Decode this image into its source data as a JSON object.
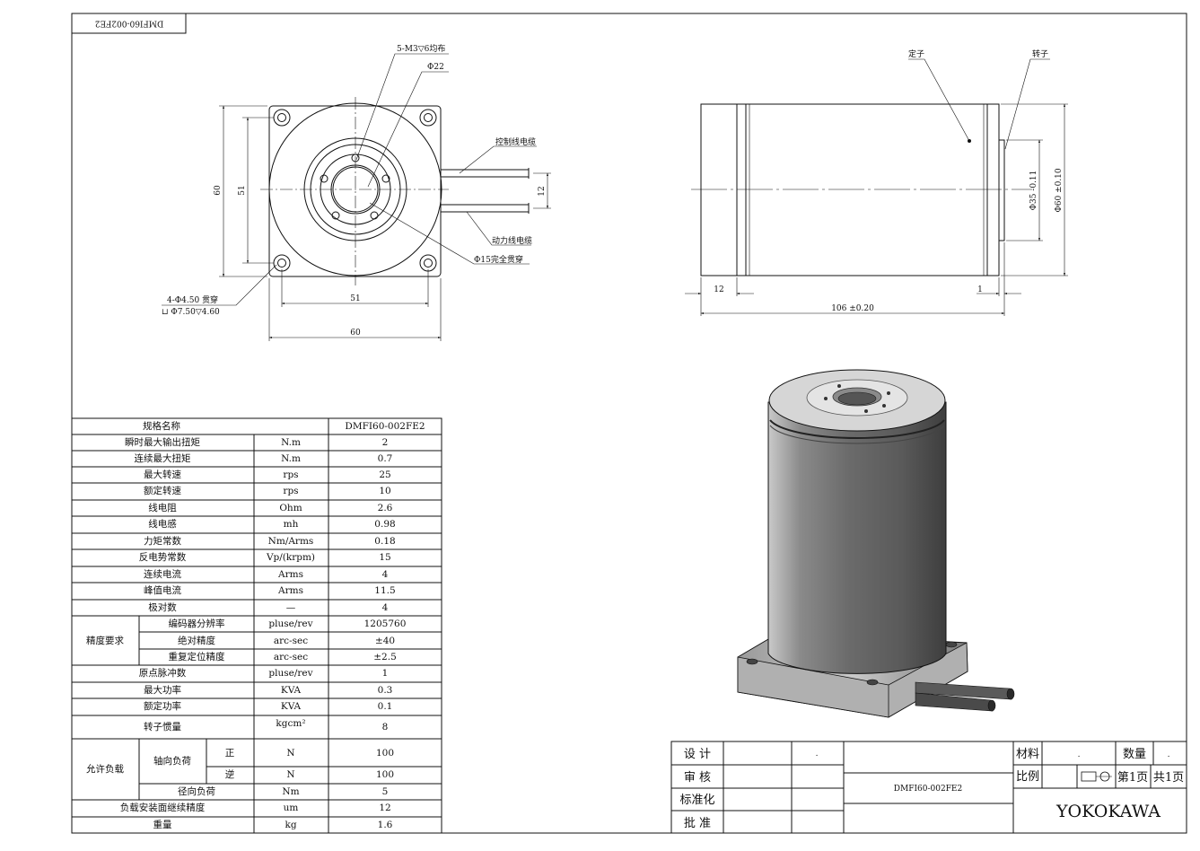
{
  "drawing": {
    "code": "DMFI60-002FE2",
    "colors": {
      "line": "#111111",
      "body_dark": "#5e5e5e",
      "body_light": "#c8c8c8"
    }
  },
  "front_view": {
    "hole_note": "5-M3▽6均布",
    "center_dia": "Φ22",
    "bore_note": "Φ15完全贯穿",
    "ctrl_cable": "控制线电缆",
    "power_cable": "动力线电缆",
    "dim_60_v": "60",
    "dim_51_v": "51",
    "dim_12": "12",
    "mount_note_1": "4-Φ4.50 贯穿",
    "mount_note_2": "⊔ Φ7.50▽4.60",
    "dim_51_h": "51",
    "dim_60_h": "60"
  },
  "side_view": {
    "stator": "定子",
    "rotor": "转子",
    "dim_35": "Φ35 -0.11",
    "dim_60": "Φ60 ±0.10",
    "dim_12": "12",
    "dim_1": "1",
    "dim_106": "106 ±0.20"
  },
  "spec_table": {
    "header": {
      "label": "规格名称",
      "value": "DMFI60-002FE2"
    },
    "rows_top": [
      {
        "name": "瞬时最大输出扭矩",
        "unit": "N.m",
        "value": "2"
      },
      {
        "name": "连续最大扭矩",
        "unit": "N.m",
        "value": "0.7"
      },
      {
        "name": "最大转速",
        "unit": "rps",
        "value": "25"
      },
      {
        "name": "额定转速",
        "unit": "rps",
        "value": "10"
      },
      {
        "name": "线电阻",
        "unit": "Ohm",
        "value": "2.6"
      },
      {
        "name": "线电感",
        "unit": "mh",
        "value": "0.98"
      },
      {
        "name": "力矩常数",
        "unit": "Nm/Arms",
        "value": "0.18"
      },
      {
        "name": "反电势常数",
        "unit": "Vp/(krpm)",
        "value": "15"
      },
      {
        "name": "连续电流",
        "unit": "Arms",
        "value": "4"
      },
      {
        "name": "峰值电流",
        "unit": "Arms",
        "value": "11.5"
      },
      {
        "name": "极对数",
        "unit": "—",
        "value": "4"
      }
    ],
    "precision_group": "精度要求",
    "precision_rows": [
      {
        "name": "编码器分辨率",
        "unit": "pluse/rev",
        "value": "1205760"
      },
      {
        "name": "绝对精度",
        "unit": "arc-sec",
        "value": "±40"
      },
      {
        "name": "重复定位精度",
        "unit": "arc-sec",
        "value": "±2.5"
      }
    ],
    "rows_mid": [
      {
        "name": "原点脉冲数",
        "unit": "pluse/rev",
        "value": "1"
      },
      {
        "name": "最大功率",
        "unit": "KVA",
        "value": "0.3"
      },
      {
        "name": "额定功率",
        "unit": "KVA",
        "value": "0.1"
      }
    ],
    "inertia": {
      "name": "转子惯量",
      "unit": "kgcm²",
      "value": "8"
    },
    "load_group": "允许负载",
    "axial_label": "轴向负荷",
    "axial_rows": [
      {
        "dir": "正",
        "unit": "N",
        "value": "100"
      },
      {
        "dir": "逆",
        "unit": "N",
        "value": "100"
      }
    ],
    "radial": {
      "name": "径向负荷",
      "unit": "Nm",
      "value": "5"
    },
    "rows_bottom": [
      {
        "name": "负载安装面继续精度",
        "unit": "um",
        "value": "12"
      },
      {
        "name": "重量",
        "unit": "kg",
        "value": "1.6"
      }
    ]
  },
  "title_block": {
    "design": "设 计",
    "review": "审 核",
    "standard": "标准化",
    "approve": "批 准",
    "dot": ".",
    "material": "材料",
    "quantity": "数量",
    "scale": "比例",
    "page": "第1页",
    "total": "共1页",
    "drawing_no": "DMFI60-002FE2",
    "company": "YOKOKAWA"
  }
}
